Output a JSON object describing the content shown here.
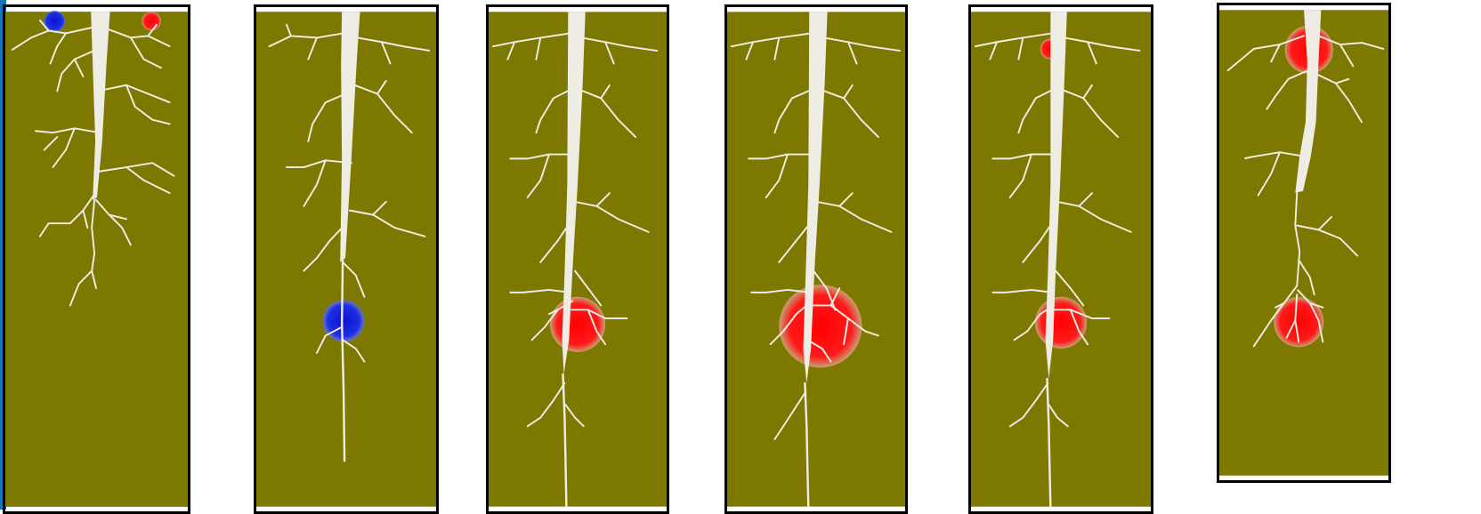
{
  "figure": {
    "soil_color": "#7d7800",
    "root_color": "#efece4",
    "border_color": "#000000",
    "edge_color": "#1476b8"
  },
  "patches": {
    "blue": {
      "fill": "#1b2fe0",
      "core": "#1010d8"
    },
    "red": {
      "fill": "#ff1a1a",
      "core": "#ff0000",
      "halo": "#c8a070"
    }
  },
  "panels": [
    {
      "id": "panel-1",
      "patches": [
        "blue",
        "red"
      ]
    },
    {
      "id": "panel-2",
      "patches": [
        "blue"
      ]
    },
    {
      "id": "panel-3",
      "patches": [
        "red"
      ]
    },
    {
      "id": "panel-4",
      "patches": [
        "red"
      ]
    },
    {
      "id": "panel-5",
      "patches": [
        "red",
        "red"
      ]
    },
    {
      "id": "panel-6",
      "patches": [
        "red",
        "red"
      ]
    }
  ]
}
